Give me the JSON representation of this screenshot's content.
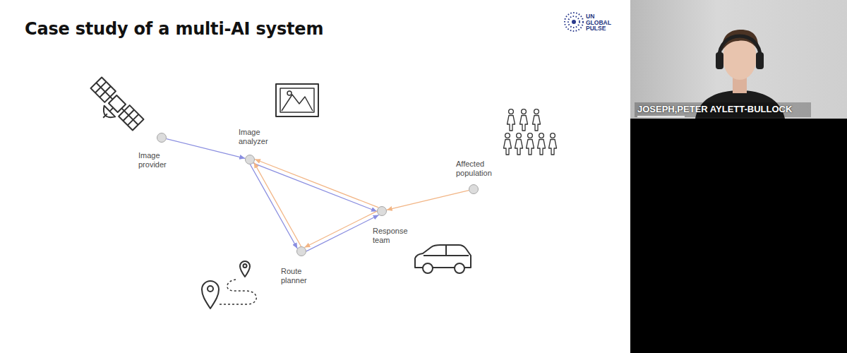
{
  "diagram": {
    "title": "Case study of a multi-AI system",
    "nodes": [
      {
        "text": [
          "Image provider"
        ]
      },
      {
        "text": [
          "Image analyzer"
        ]
      },
      {
        "text": [
          "Affected population"
        ]
      },
      {
        "text": [
          "Response team"
        ]
      },
      {
        "text": [
          "Route planner"
        ]
      }
    ],
    "edges": [
      {
        "from": 0,
        "to": 1,
        "arrow": "to"
      },
      {
        "from": 1,
        "to": 3,
        "arrow": "to"
      },
      {
        "from": 3,
        "to": 1,
        "arrow": "to"
      },
      {
        "from": 1,
        "to": 4,
        "arrow": "to"
      },
      {
        "from": 4,
        "to": 1,
        "arrow": "to"
      },
      {
        "from": 4,
        "to": 3,
        "arrow": "to"
      },
      {
        "from": 3,
        "to": 4,
        "arrow": "to"
      },
      {
        "from": 2,
        "to": 3,
        "arrow": "to"
      }
    ],
    "labels": [
      "UN GLOBAL PULSE",
      "JOSEPH,PETER AYLETT-BULLOCK"
    ]
  }
}
